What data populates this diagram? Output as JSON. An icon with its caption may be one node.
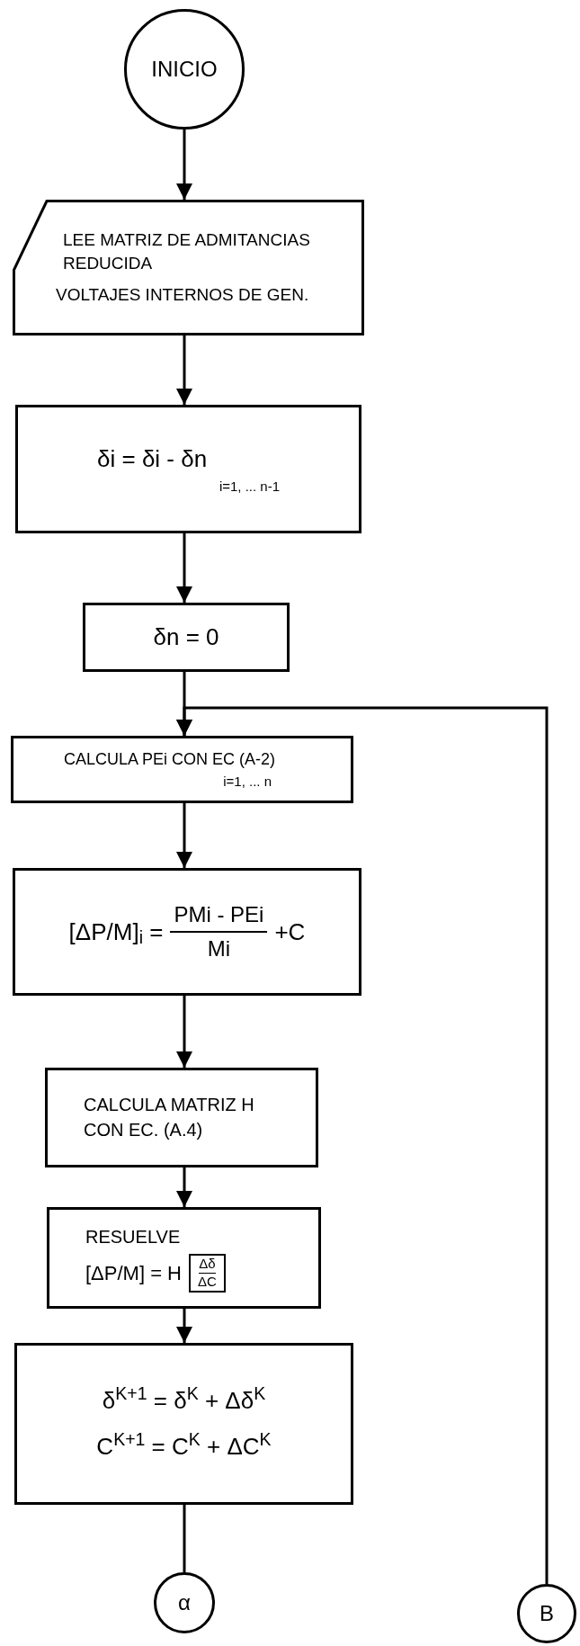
{
  "diagram": {
    "nodes": [
      {
        "text": [
          "INICIO"
        ]
      },
      {
        "text": [
          "LEE MATRIZ DE ADMITANCIAS REDUCIDA",
          "VOLTAJES INTERNOS DE GEN."
        ]
      },
      {
        "text": [
          "δi = δi - δn",
          "i=1, ... n-1"
        ]
      },
      {
        "text": [
          "δn = 0"
        ]
      },
      {
        "text": [
          "CALCULA PEi CON EC (A-2)",
          "i=1, ... n"
        ]
      },
      {
        "text": [
          "[ΔP/M]$_{i}$ =",
          "PMi - PEi",
          "Mi",
          "+C"
        ]
      },
      {
        "text": [
          "CALCULA MATRIZ H CON EC. (A.4)"
        ]
      },
      {
        "text": [
          "RESUELVE",
          "[ΔP/M] = H",
          "Δδ",
          "ΔC"
        ]
      },
      {
        "text": [
          "δ$^{K+1}$ = δ$^{K}$ + Δδ$^{K}$",
          "C$^{K+1}$ = C$^{K}$ + ΔC$^{K}$"
        ]
      },
      {
        "text": [
          "α"
        ]
      },
      {
        "text": [
          "B"
        ]
      }
    ],
    "edges": [
      {
        "from": 0,
        "to": 1,
        "arrow": "to"
      },
      {
        "from": 1,
        "to": 2,
        "arrow": "to"
      },
      {
        "from": 2,
        "to": 3,
        "arrow": "to"
      },
      {
        "from": 3,
        "to": 4,
        "arrow": "to"
      },
      {
        "from": 4,
        "to": 5,
        "arrow": "to"
      },
      {
        "from": 5,
        "to": 6,
        "arrow": "to"
      },
      {
        "from": 6,
        "to": 7,
        "arrow": "to"
      },
      {
        "from": 7,
        "to": 8,
        "arrow": "to"
      },
      {
        "from": 8,
        "to": 9,
        "arrow": "none"
      },
      {
        "from": 10,
        "to": 4,
        "arrow": "to"
      }
    ]
  }
}
